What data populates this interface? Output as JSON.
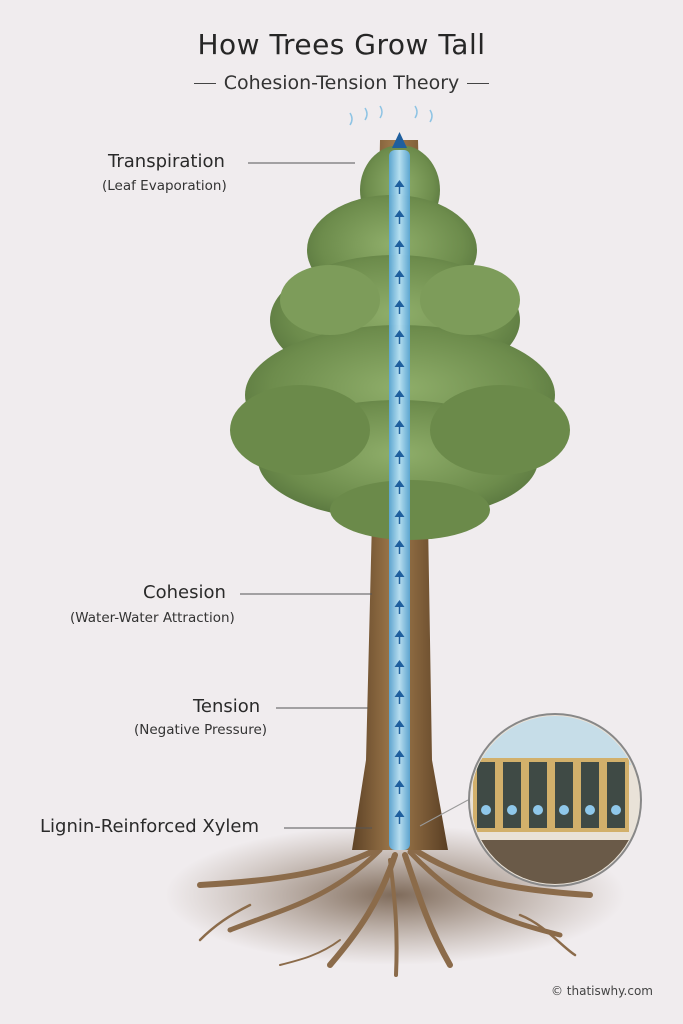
{
  "title": "How Trees Grow Tall",
  "subtitle": "Cohesion-Tension Theory",
  "labels": {
    "transpiration": {
      "main": "Transpiration",
      "sub": "(Leaf Evaporation)"
    },
    "cohesion": {
      "main": "Cohesion",
      "sub": "(Water-Water Attraction)"
    },
    "tension": {
      "main": "Tension",
      "sub": "(Negative Pressure)"
    },
    "xylem": {
      "main": "Lignin-Reinforced Xylem"
    }
  },
  "credit": "© thatiswhy.com",
  "colors": {
    "background": "#f0ecee",
    "foliage": "#6f8f4e",
    "trunk": "#7a5a36",
    "water_channel": "#7fc3e8",
    "arrows": "#1f5f9e",
    "roots": "#8b6b4a"
  },
  "icons": [
    "tree-illustration",
    "water-channel-arrows",
    "xylem-cells-magnifier"
  ]
}
